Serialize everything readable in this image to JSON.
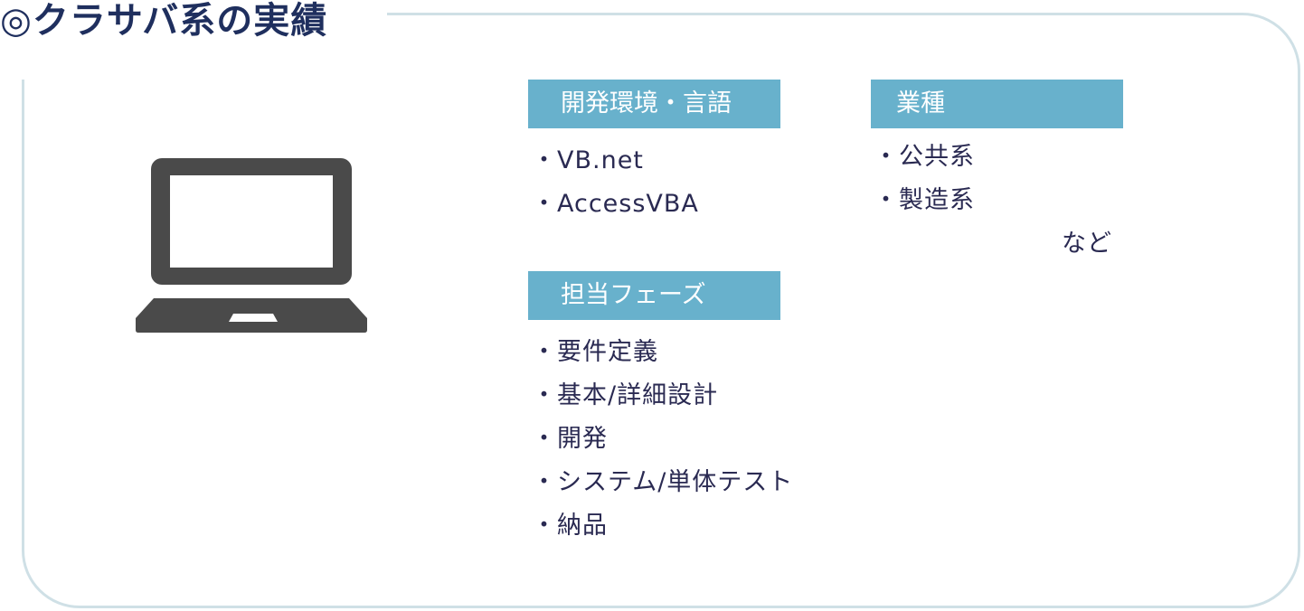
{
  "title": "◎クラサバ系の実績",
  "sections": {
    "environment": {
      "heading": "開発環境・言語",
      "items": [
        "・VB.net",
        "・AccessVBA"
      ]
    },
    "industry": {
      "heading": "業種",
      "items": [
        "・公共系",
        "・製造系"
      ],
      "note": "など"
    },
    "phases": {
      "heading": "担当フェーズ",
      "items": [
        "・要件定義",
        "・基本/詳細設計",
        "・開発",
        "・システム/単体テスト",
        "・納品"
      ]
    }
  },
  "icon": "laptop-icon",
  "colors": {
    "title": "#1f2f5e",
    "label_background": "#68b1cc",
    "label_text": "#ffffff",
    "frame_border": "#cfe0e6",
    "laptop": "#4a4a4a",
    "body_text": "#2a2a52"
  }
}
